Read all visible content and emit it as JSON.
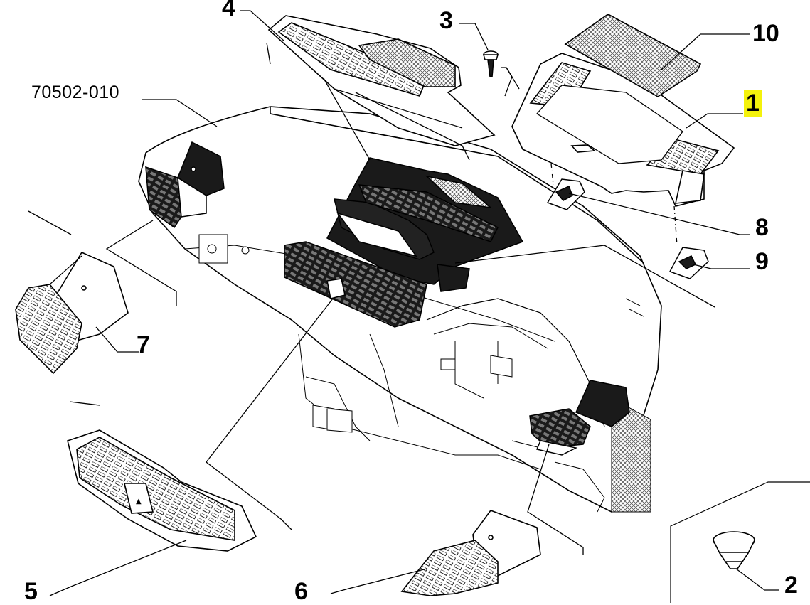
{
  "diagram": {
    "reference_code": "70502-010",
    "callouts": {
      "c1": "1",
      "c2": "2",
      "c3": "3",
      "c4": "4",
      "c5": "5",
      "c6": "6",
      "c7": "7",
      "c8": "8",
      "c9": "9",
      "c10": "10"
    },
    "highlighted_callout": "1",
    "colors": {
      "line": "#000000",
      "background": "#ffffff",
      "highlight": "#f4f20c",
      "dark_part": "#1a1a1a"
    }
  }
}
